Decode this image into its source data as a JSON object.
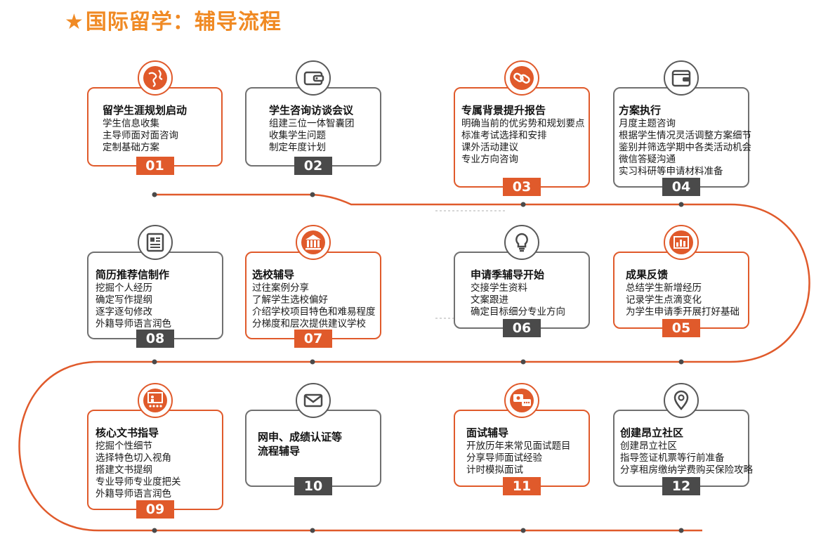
{
  "header": {
    "star": "★",
    "title": "国际留学：辅导流程"
  },
  "colors": {
    "orange": "#e05a2b",
    "gray": "#4a4a4a",
    "title": "#f08a24"
  },
  "steps": [
    {
      "number": "01",
      "title": "留学生涯规划启动",
      "items": [
        "学生信息收集",
        "主导师面对面咨询",
        "定制基础方案"
      ],
      "icon": "globe-icon",
      "color": "orange"
    },
    {
      "number": "02",
      "title": "学生咨询访谈会议",
      "items": [
        "组建三位一体智囊团",
        "收集学生问题",
        "制定年度计划"
      ],
      "icon": "wallet-icon",
      "color": "gray"
    },
    {
      "number": "03",
      "title": "专属背景提升报告",
      "items": [
        "明确当前的优劣势和规划要点",
        "标准考试选择和安排",
        "课外活动建议",
        "专业方向咨询"
      ],
      "icon": "link-icon",
      "color": "orange"
    },
    {
      "number": "04",
      "title": "方案执行",
      "items": [
        "月度主题咨询",
        "根据学生情况灵活调整方案细节",
        "鉴别并筛选学期中各类活动机会",
        "微信答疑沟通",
        "实习科研等申请材料准备"
      ],
      "icon": "purse-icon",
      "color": "gray"
    },
    {
      "number": "05",
      "title": "成果反馈",
      "items": [
        "总结学生新增经历",
        "记录学生点滴变化",
        "为学生申请季开展打好基础"
      ],
      "icon": "chart-icon",
      "color": "orange"
    },
    {
      "number": "06",
      "title": "申请季辅导开始",
      "items": [
        "交接学生资料",
        "文案跟进",
        "确定目标细分专业方向"
      ],
      "icon": "bulb-icon",
      "color": "gray"
    },
    {
      "number": "07",
      "title": "选校辅导",
      "items": [
        "过往案例分享",
        "了解学生选校偏好",
        "介绍学校项目特色和难易程度",
        "分梯度和层次提供建议学校"
      ],
      "icon": "school-icon",
      "color": "orange"
    },
    {
      "number": "08",
      "title": "简历推荐信制作",
      "items": [
        "挖掘个人经历",
        "确定写作提纲",
        "逐字逐句修改",
        "外籍导师语言润色"
      ],
      "icon": "document-icon",
      "color": "gray"
    },
    {
      "number": "09",
      "title": "核心文书指导",
      "items": [
        "挖掘个性细节",
        "选择特色切入视角",
        "搭建文书提纲",
        "专业导师专业度把关",
        "外籍导师语言润色"
      ],
      "icon": "presentation-icon",
      "color": "orange"
    },
    {
      "number": "10",
      "title": "网申、成绩认证等流程辅导",
      "title_lines": [
        "网申、成绩认证等",
        "流程辅导"
      ],
      "items": [],
      "icon": "mail-icon",
      "color": "gray"
    },
    {
      "number": "11",
      "title": "面试辅导",
      "items": [
        "开放历年来常见面试题目",
        "分享导师面试经验",
        "计时模拟面试"
      ],
      "icon": "chat-icon",
      "color": "orange"
    },
    {
      "number": "12",
      "title": "创建昂立社区",
      "items": [
        "创建昂立社区",
        "指导签证机票等行前准备",
        "分享租房缴纳学费购买保险攻略"
      ],
      "icon": "location-icon",
      "color": "gray"
    }
  ]
}
